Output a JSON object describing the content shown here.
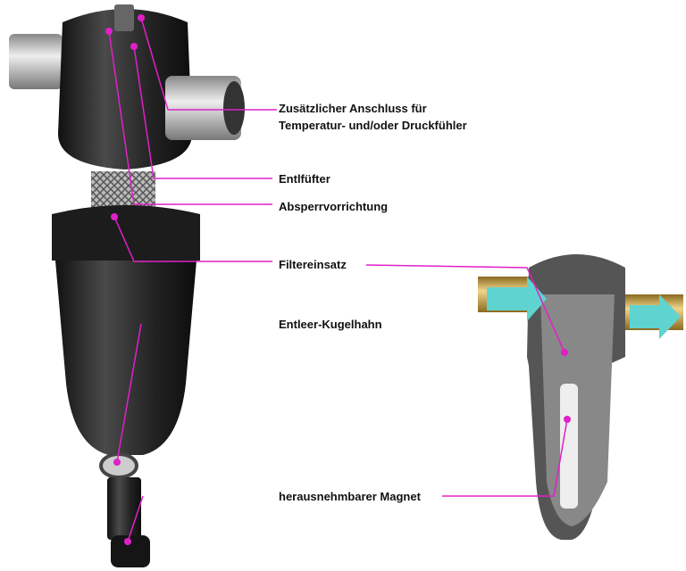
{
  "labels": {
    "sensor_port_line1": "Zusätzlicher Anschluss für",
    "sensor_port_line2": "Temperatur- und/oder Druckfühler",
    "vent": "Entlfüfter",
    "shutoff": "Absperrvorrichtung",
    "filter_insert": "Filtereinsatz",
    "drain_valve": "Entleer-Kugelhahn",
    "magnet": "herausnehmbarer Magnet"
  },
  "colors": {
    "callout": "#e020c8",
    "body": "#2b2b2b",
    "brass": "#c9a24a",
    "flow_arrow": "#5fd3d0"
  }
}
